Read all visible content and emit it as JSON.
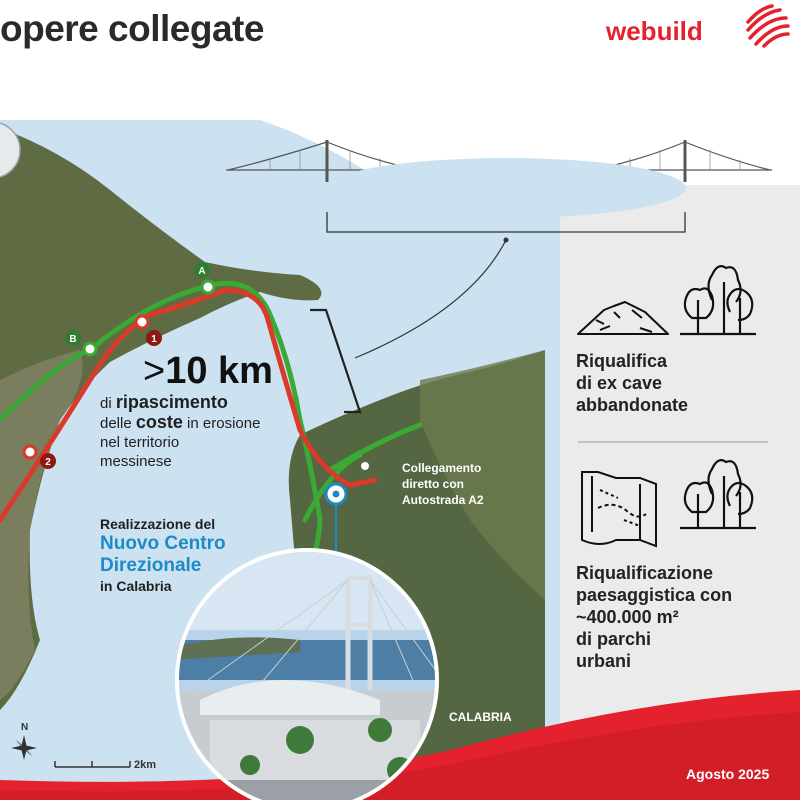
{
  "header": {
    "title": "opere collegate",
    "logo_text": "webuild"
  },
  "markers": {
    "green_a": "A",
    "green_b": "B",
    "red_1": "1",
    "red_2": "2"
  },
  "coast": {
    "amount": "10 km",
    "amount_prefix": ">",
    "line1_pre": "di ",
    "line1_bold": "ripascimento",
    "line2_pre": "delle ",
    "line2_bold": "coste",
    "line2_post": " in erosione",
    "line3": "nel territorio",
    "line4": "messinese"
  },
  "centro": {
    "line1": "Realizzazione del",
    "line2": "Nuovo Centro",
    "line3": "Direzionale",
    "line4": "in Calabria"
  },
  "collegamento": {
    "line1": "Collegamento",
    "line2": "diretto con",
    "line3": "Autostrada A2"
  },
  "features": [
    {
      "line1": "Riqualifica",
      "line2": "di ex cave",
      "line3": "abbandonate",
      "icon": "quarry-icon"
    },
    {
      "line1": "Riqualificazione",
      "line2": "paesaggistica con",
      "line3": "~400.000 m²",
      "line4": "di parchi",
      "line5": "urbani",
      "icon": "map-icon"
    }
  ],
  "map_labels": {
    "calabria": "CALABRIA",
    "north": "N",
    "scale": "2km"
  },
  "footer": {
    "date": "Agosto 2025"
  },
  "colors": {
    "brand_red": "#e3222d",
    "route_green": "#3aaa35",
    "route_red": "#d93a2b",
    "accent_blue": "#1d8bc7",
    "sea": "#cde2f0",
    "panel_grey": "#ebebeb"
  }
}
